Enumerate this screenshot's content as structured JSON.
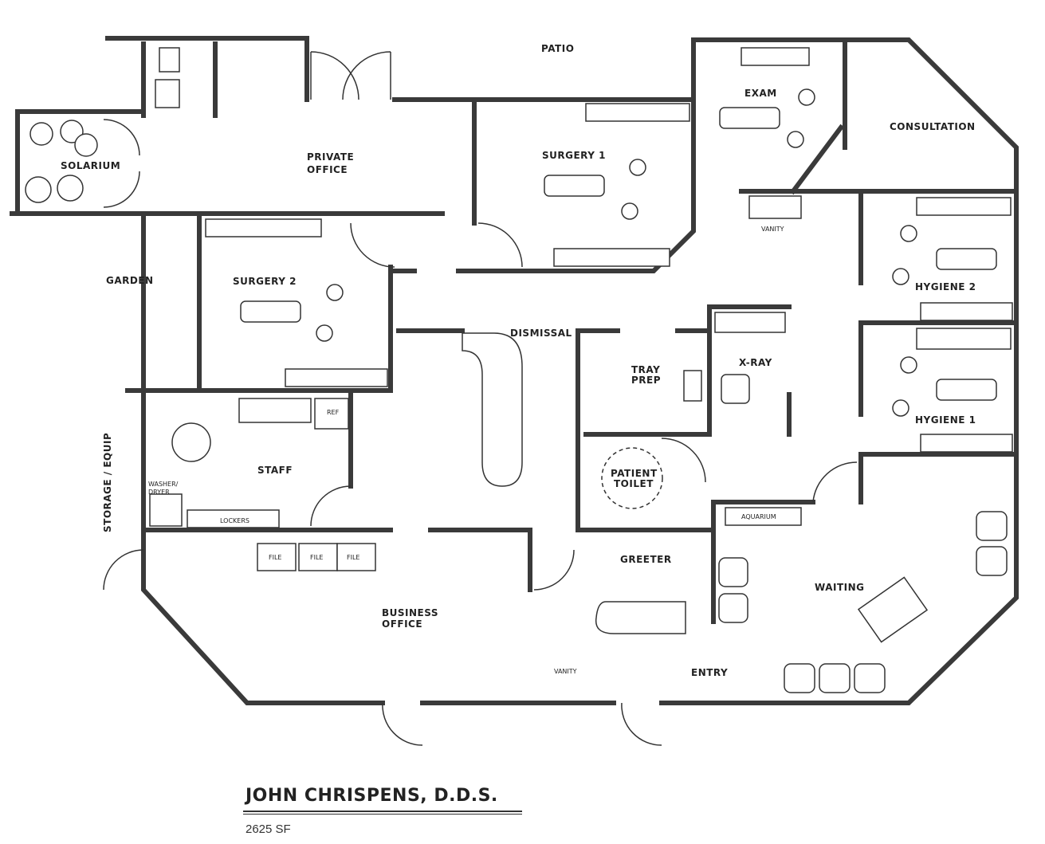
{
  "rooms": {
    "patio": "PATIO",
    "solarium": "SOLARIUM",
    "private_office_1": "PRIVATE",
    "private_office_2": "OFFICE",
    "surgery1": "SURGERY 1",
    "exam": "EXAM",
    "consultation": "CONSULTATION",
    "vanity_top": "VANITY",
    "garden": "GARDEN",
    "surgery2": "SURGERY 2",
    "dismissal": "DISMISSAL",
    "hygiene2": "HYGIENE 2",
    "tray_prep_1": "TRAY",
    "tray_prep_2": "PREP",
    "xray": "X-RAY",
    "hygiene1": "HYGIENE 1",
    "storage": "STORAGE / EQUIP",
    "staff": "STAFF",
    "ref": "REF",
    "washer_1": "WASHER/",
    "washer_2": "DRYER",
    "lockers": "LOCKERS",
    "patient_toilet_1": "PATIENT",
    "patient_toilet_2": "TOILET",
    "aquarium": "AQUARIUM",
    "greeter": "GREETER",
    "file": "FILE",
    "business_office_1": "BUSINESS",
    "business_office_2": "OFFICE",
    "waiting": "WAITING",
    "vanity_bottom": "VANITY",
    "entry": "ENTRY"
  },
  "title": {
    "name": "JOHN CHRISPENS, D.D.S.",
    "area": "2625 SF"
  },
  "colors": {
    "wall": "#3a3a3a",
    "ink": "#222222"
  }
}
